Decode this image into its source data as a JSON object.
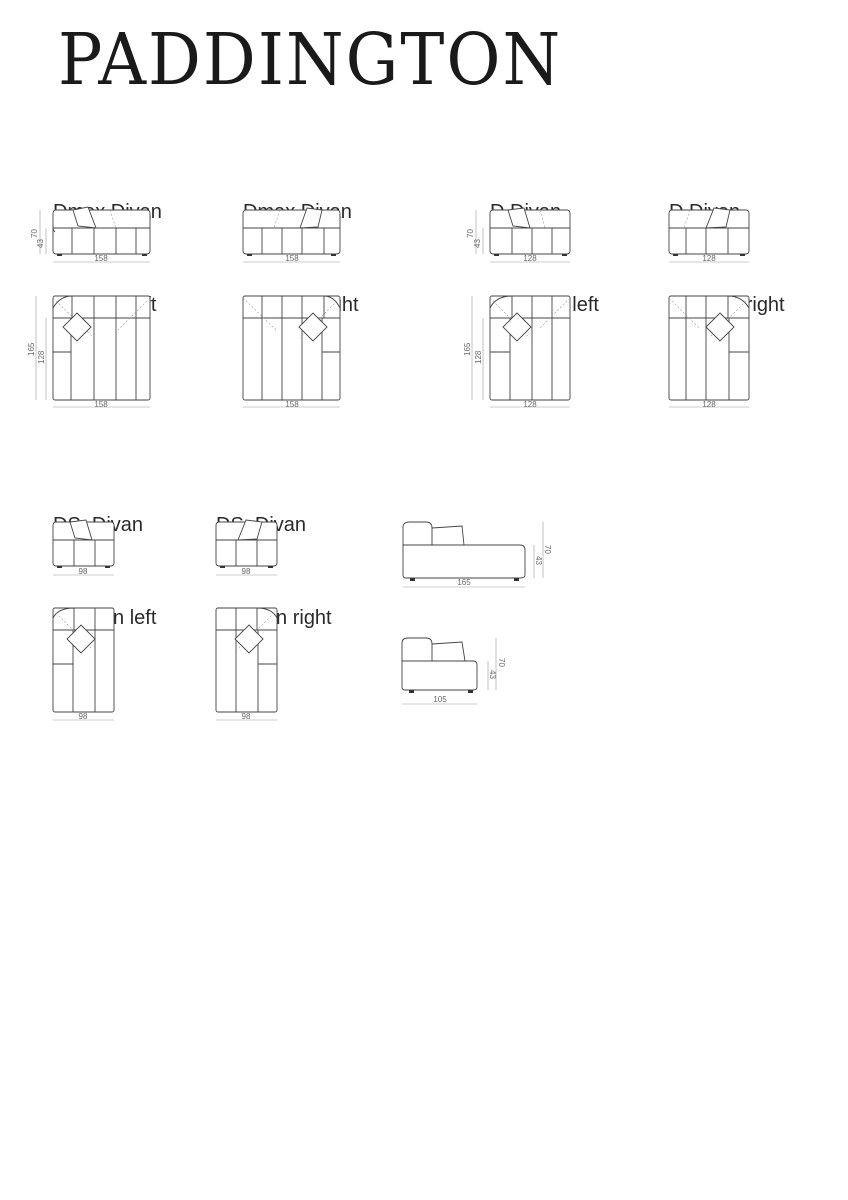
{
  "title": "PADDINGTON",
  "items": [
    {
      "name": "Dmax Divan",
      "position": "Position left"
    },
    {
      "name": "Dmax Divan",
      "position": "Position right"
    },
    {
      "name": "D Divan",
      "position": "Position  left"
    },
    {
      "name": "D Divan",
      "position": "Position right"
    },
    {
      "name": "DS  Divan",
      "position": "Position left"
    },
    {
      "name": "DS  Divan",
      "position": "Position right"
    }
  ],
  "dims": {
    "h70": "70",
    "h43": "43",
    "d165": "165",
    "d128": "128",
    "w158": "158",
    "w128": "128",
    "w98": "98",
    "w165": "165",
    "w105": "105"
  }
}
